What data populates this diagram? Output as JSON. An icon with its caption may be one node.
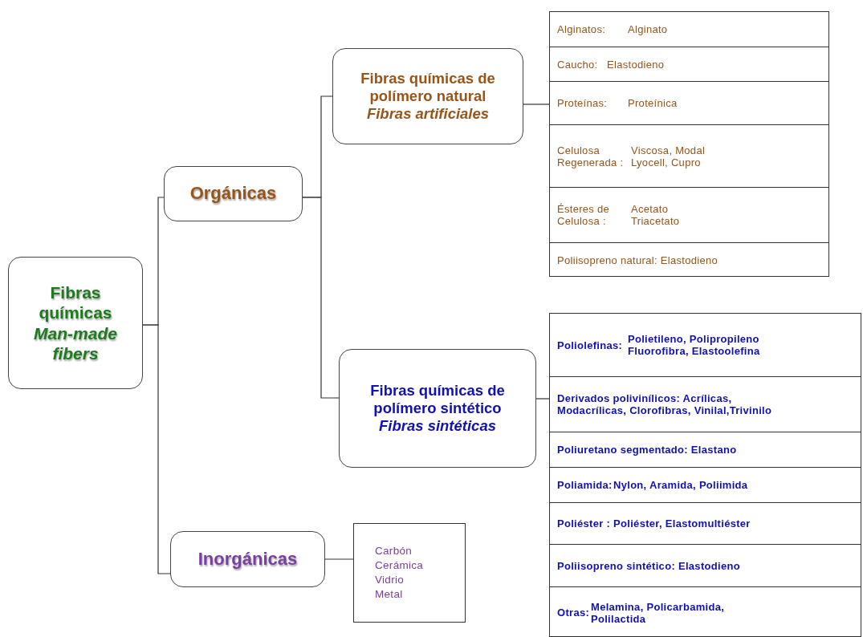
{
  "diagram": {
    "nodes": [
      {
        "text": [
          "Fibras químicas",
          "Man-made fibers"
        ]
      },
      {
        "text": [
          "Orgánicas"
        ]
      },
      {
        "text": [
          "Fibras químicas de polímero natural",
          "Fibras artificiales"
        ]
      },
      {
        "text": [],
        "shape": "box"
      },
      {
        "text": [
          "Alginatos:",
          "Alginato"
        ],
        "in": 3
      },
      {
        "text": [
          "Caucho:",
          "Elastodieno"
        ],
        "in": 3
      },
      {
        "text": [
          "Proteínas:",
          "Proteínica"
        ],
        "in": 3
      },
      {
        "text": [
          "Celulosa Regenerada :",
          "Viscosa, Modal Lyocell, Cupro"
        ],
        "in": 3
      },
      {
        "text": [
          "Ésteres de Celulosa :",
          "Acetato Triacetato"
        ],
        "in": 3
      },
      {
        "text": [
          "Poliisopreno natural: Elastodieno"
        ],
        "in": 3
      },
      {
        "text": [
          "Fibras químicas de polímero sintético",
          "Fibras sintéticas"
        ]
      },
      {
        "text": [],
        "shape": "box"
      },
      {
        "text": [
          "Poliolefinas:",
          "Polietileno, Polipropileno Fluorofibra, Elastoolefina"
        ],
        "in": 11
      },
      {
        "text": [
          "Derivados polivinílicos: Acrílicas, Modacrílicas, Clorofibras, Vinilal,Trivinilo"
        ],
        "in": 11
      },
      {
        "text": [
          "Poliuretano segmentado: Elastano"
        ],
        "in": 11
      },
      {
        "text": [
          "Poliamida:",
          "Nylon, Aramida, Poliimida"
        ],
        "in": 11
      },
      {
        "text": [
          "Poliéster : Poliéster, Elastomultiéster"
        ],
        "in": 11
      },
      {
        "text": [
          "Poliisopreno sintético: Elastodieno"
        ],
        "in": 11
      },
      {
        "text": [
          "Otras:",
          "Melamina, Policarbamida, Polilactida"
        ],
        "in": 11
      },
      {
        "text": [
          "Inorgánicas"
        ]
      },
      {
        "text": [
          "Carbón",
          "Cerámica",
          "Vidrio",
          "Metal"
        ]
      }
    ],
    "edges": [
      {
        "from": 0,
        "to": 1,
        "arrow": "none"
      },
      {
        "from": 0,
        "to": 19,
        "arrow": "none"
      },
      {
        "from": 1,
        "to": 2,
        "arrow": "none"
      },
      {
        "from": 1,
        "to": 10,
        "arrow": "none"
      },
      {
        "from": 2,
        "to": 3,
        "arrow": "none"
      },
      {
        "from": 10,
        "to": 11,
        "arrow": "none"
      },
      {
        "from": 19,
        "to": 20,
        "arrow": "none"
      }
    ]
  }
}
